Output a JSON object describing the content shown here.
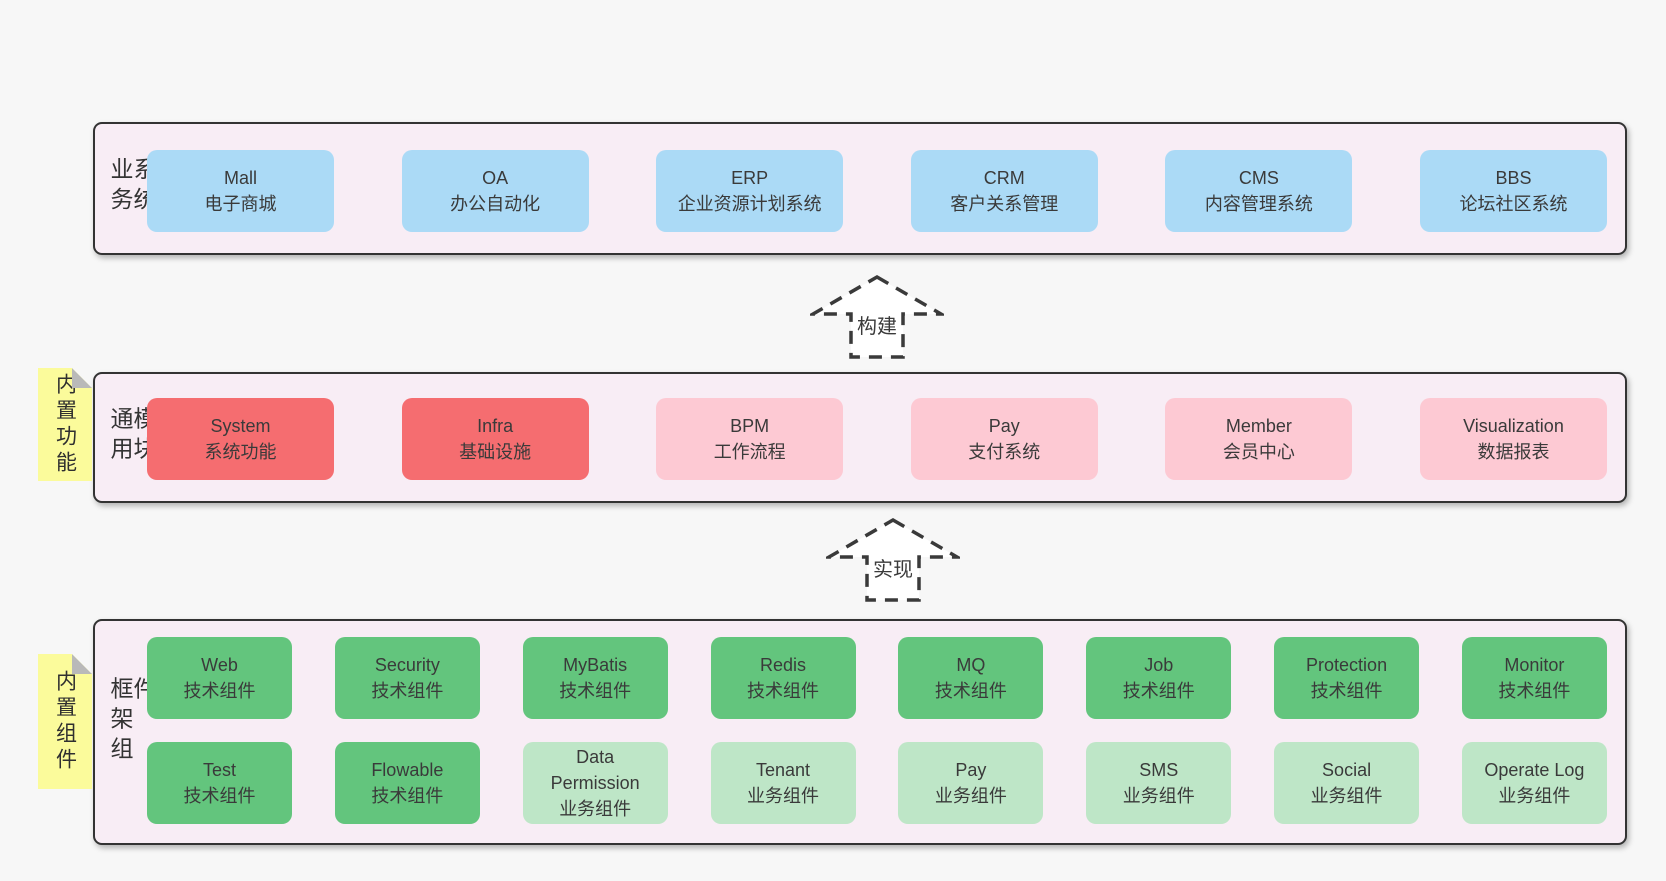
{
  "colors": {
    "page_bg": "#f7f7f7",
    "panel_bg": "#f8edf5",
    "panel_border": "#333333",
    "blue_box": "#abdaf6",
    "red_box": "#f56d70",
    "pink_box": "#fdc9d3",
    "green_box": "#63c57d",
    "light_green_box": "#bee6c7",
    "sticky_note": "#fbfb9b",
    "sticky_fold": "#b9b9b9",
    "text": "#3a3a3a"
  },
  "arrows": [
    {
      "label": "构建"
    },
    {
      "label": "实现"
    }
  ],
  "layers": [
    {
      "label": "业务系统",
      "boxes": [
        {
          "title": "Mall",
          "subtitle": "电子商城"
        },
        {
          "title": "OA",
          "subtitle": "办公自动化"
        },
        {
          "title": "ERP",
          "subtitle": "企业资源计划系统"
        },
        {
          "title": "CRM",
          "subtitle": "客户关系管理"
        },
        {
          "title": "CMS",
          "subtitle": "内容管理系统"
        },
        {
          "title": "BBS",
          "subtitle": "论坛社区系统"
        }
      ]
    },
    {
      "label": "通用模块",
      "tag": "内置功能",
      "boxes": [
        {
          "title": "System",
          "subtitle": "系统功能"
        },
        {
          "title": "Infra",
          "subtitle": "基础设施"
        },
        {
          "title": "BPM",
          "subtitle": "工作流程"
        },
        {
          "title": "Pay",
          "subtitle": "支付系统"
        },
        {
          "title": "Member",
          "subtitle": "会员中心"
        },
        {
          "title": "Visualization",
          "subtitle": "数据报表"
        }
      ]
    },
    {
      "label": "框架组件",
      "tag": "内置组件",
      "rows": [
        [
          {
            "title": "Web",
            "subtitle": "技术组件"
          },
          {
            "title": "Security",
            "subtitle": "技术组件"
          },
          {
            "title": "MyBatis",
            "subtitle": "技术组件"
          },
          {
            "title": "Redis",
            "subtitle": "技术组件"
          },
          {
            "title": "MQ",
            "subtitle": "技术组件"
          },
          {
            "title": "Job",
            "subtitle": "技术组件"
          },
          {
            "title": "Protection",
            "subtitle": "技术组件"
          },
          {
            "title": "Monitor",
            "subtitle": "技术组件"
          }
        ],
        [
          {
            "title": "Test",
            "subtitle": "技术组件"
          },
          {
            "title": "Flowable",
            "subtitle": "技术组件"
          },
          {
            "title": "Data Permission",
            "subtitle": "业务组件"
          },
          {
            "title": "Tenant",
            "subtitle": "业务组件"
          },
          {
            "title": "Pay",
            "subtitle": "业务组件"
          },
          {
            "title": "SMS",
            "subtitle": "业务组件"
          },
          {
            "title": "Social",
            "subtitle": "业务组件"
          },
          {
            "title": "Operate Log",
            "subtitle": "业务组件"
          }
        ]
      ]
    }
  ]
}
